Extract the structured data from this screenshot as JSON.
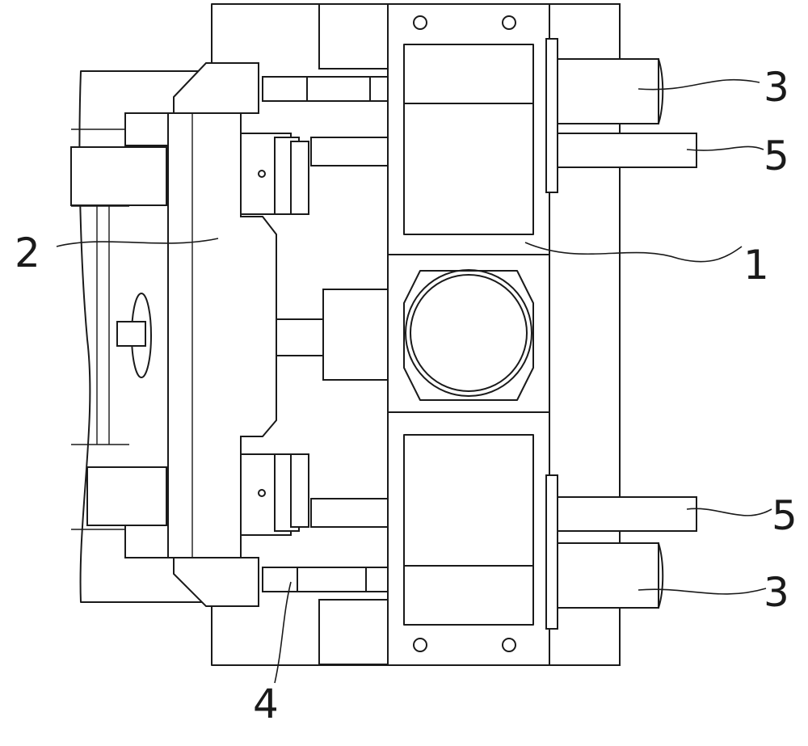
{
  "labels": [
    {
      "id": "1",
      "text": "1"
    },
    {
      "id": "2",
      "text": "2"
    },
    {
      "id": "3a",
      "text": "3"
    },
    {
      "id": "3b",
      "text": "3"
    },
    {
      "id": "4",
      "text": "4"
    },
    {
      "id": "5a",
      "text": "5"
    },
    {
      "id": "5b",
      "text": "5"
    }
  ]
}
